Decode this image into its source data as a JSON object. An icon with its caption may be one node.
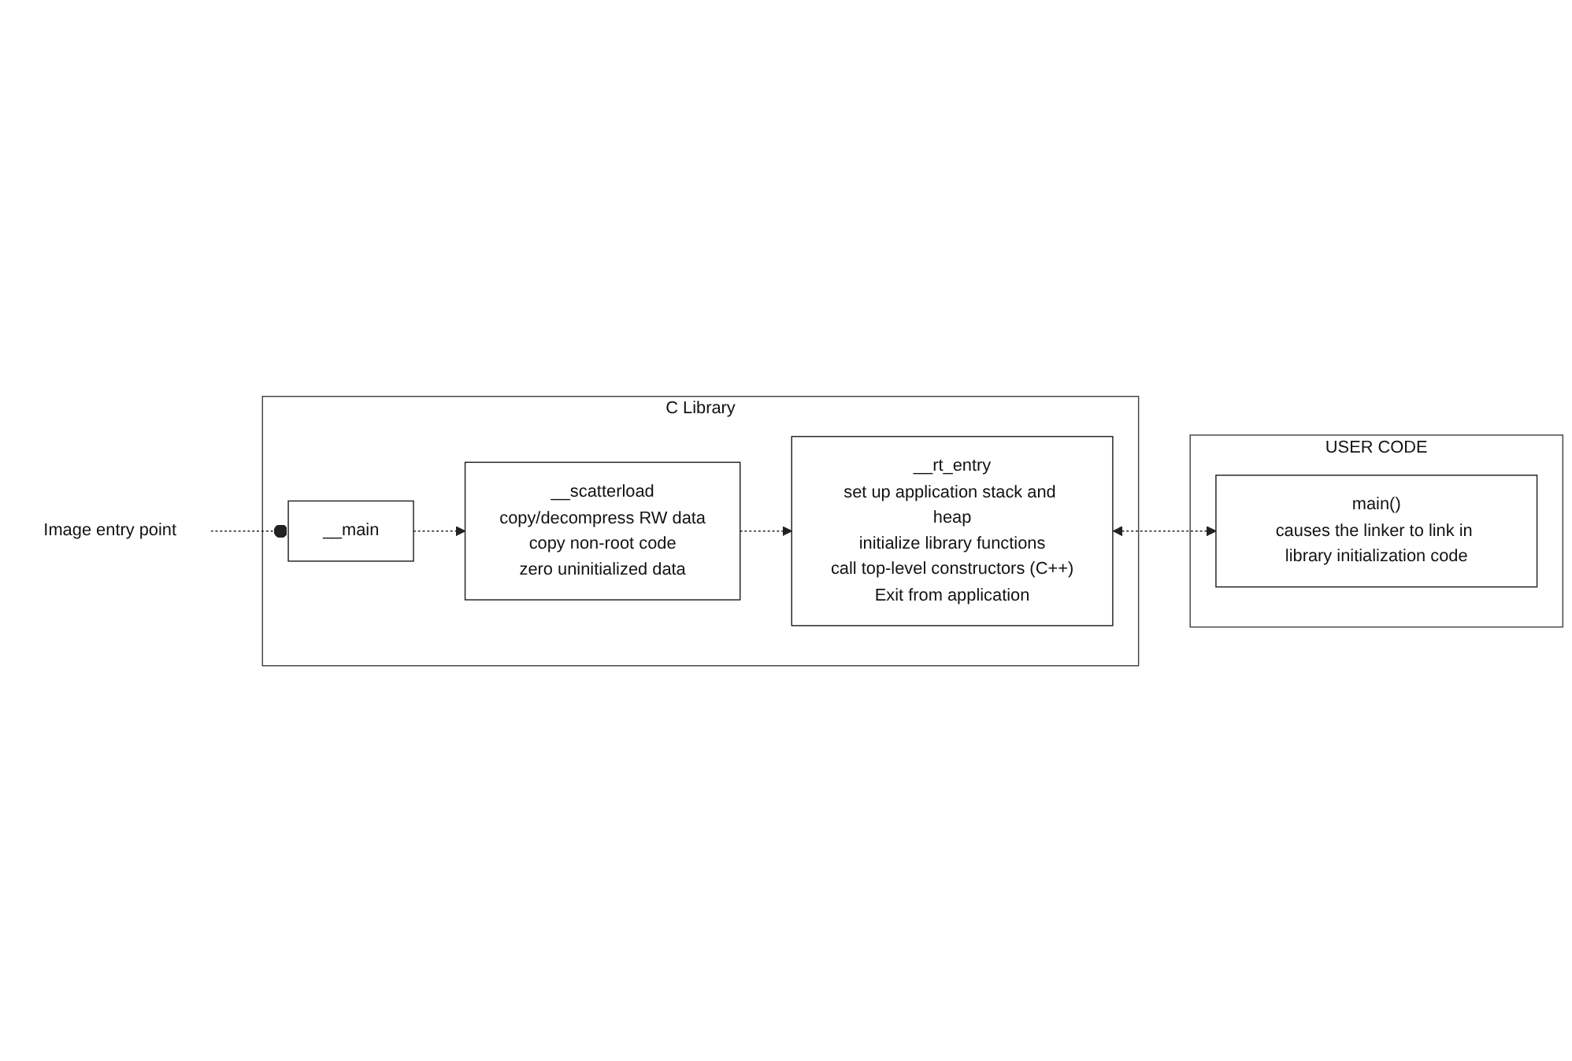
{
  "diagram": {
    "nodes": [
      {
        "text": [
          "C Library"
        ]
      },
      {
        "text": [
          "Image entry point"
        ]
      },
      {
        "text": [
          "__main"
        ],
        "in": 0
      },
      {
        "text": [
          "__scatterload",
          "copy/decompress RW data",
          "copy non-root code",
          "zero uninitialized data"
        ],
        "in": 0
      },
      {
        "text": [
          "__rt_entry",
          "set up application stack and heap",
          "initialize library functions",
          "call top-level constructors (C++)",
          "Exit from application"
        ],
        "in": 0
      },
      {
        "text": [
          "USER CODE"
        ]
      },
      {
        "text": [
          "main()",
          "causes the linker to link in library initialization code"
        ],
        "in": 5
      }
    ],
    "edges": [
      {
        "from": 1,
        "to": 2,
        "arrow": "other",
        "style": "dashed"
      },
      {
        "from": 2,
        "to": 3,
        "arrow": "to",
        "style": "dashed"
      },
      {
        "from": 3,
        "to": 4,
        "arrow": "to",
        "style": "dashed"
      },
      {
        "from": 4,
        "to": 6,
        "arrow": "both",
        "style": "dashed"
      }
    ]
  }
}
